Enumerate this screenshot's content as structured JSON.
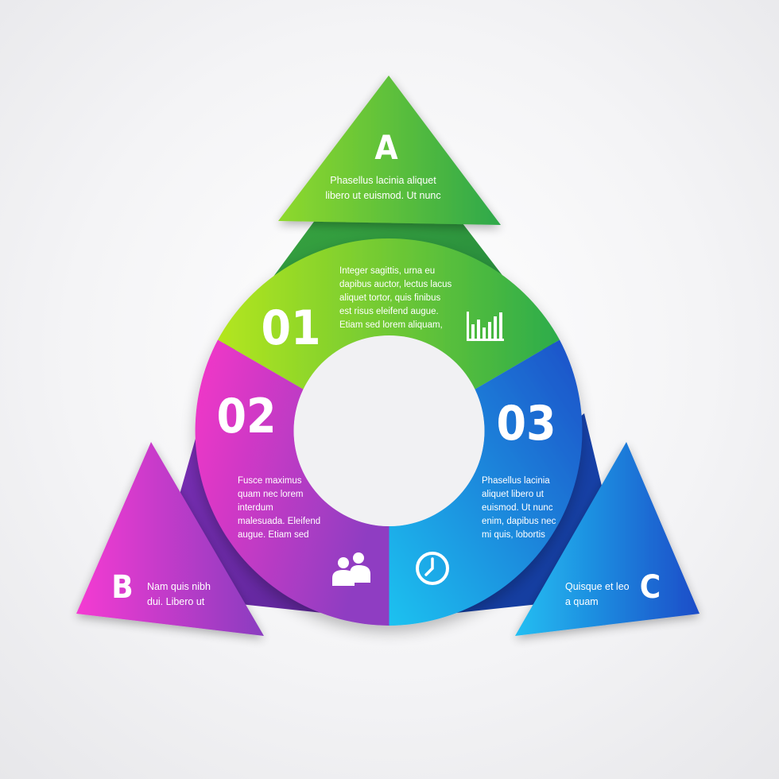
{
  "segments": [
    {
      "number": "01",
      "lines": [
        "Integer sagittis, urna eu",
        "dapibus auctor, lectus lacus",
        "aliquet tortor, quis finibus",
        "est risus eleifend augue.",
        "Etiam sed lorem aliquam,"
      ],
      "icon": "bar-chart-icon",
      "color_start": "#b4e61e",
      "color_end": "#2cac4a"
    },
    {
      "number": "02",
      "lines": [
        "Fusce maximus",
        "quam nec lorem",
        "interdum",
        "malesuada. Eleifend",
        "augue. Etiam sed"
      ],
      "icon": "users-icon",
      "color_start": "#f536c8",
      "color_end": "#8f3ec2"
    },
    {
      "number": "03",
      "lines": [
        "Phasellus lacinia",
        "aliquet libero ut",
        "euismod. Ut nunc",
        "enim, dapibus nec",
        "mi quis, lobortis"
      ],
      "icon": "clock-icon",
      "color_start": "#1cc2f0",
      "color_end": "#1c4fc8"
    }
  ],
  "arrows": [
    {
      "letter": "A",
      "lines": [
        "Phasellus lacinia aliquet",
        "libero ut euismod. Ut nunc"
      ],
      "color_start": "#8fd92c",
      "color_end": "#2ea84a"
    },
    {
      "letter": "B",
      "lines": [
        "Nam quis nibh",
        "dui. Libero ut"
      ],
      "color_start": "#f53ad2",
      "color_end": "#8a3cc0"
    },
    {
      "letter": "C",
      "lines": [
        "Quisque et leo",
        "a quam"
      ],
      "color_start": "#22bff2",
      "color_end": "#1a4cc8"
    }
  ]
}
